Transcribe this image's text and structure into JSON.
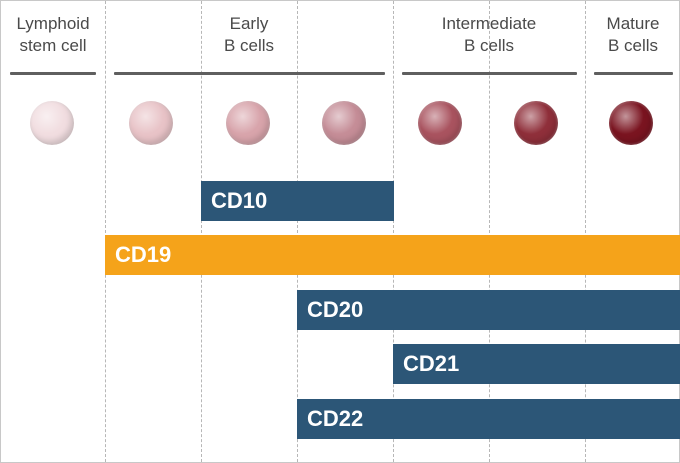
{
  "headers": [
    {
      "line1": "Lymphoid",
      "line2": "stem cell"
    },
    {
      "line1": "Early",
      "line2": "B cells"
    },
    {
      "line1": "Intermediate",
      "line2": "B cells"
    },
    {
      "line1": "Mature",
      "line2": "B cells"
    }
  ],
  "cells": [
    {
      "stage": "lymphoid-stem-cell",
      "color": "#f1dde0"
    },
    {
      "stage": "early-1",
      "color": "#e8c3c7"
    },
    {
      "stage": "early-2",
      "color": "#d8a4ab"
    },
    {
      "stage": "early-3",
      "color": "#c58d97"
    },
    {
      "stage": "intermediate-1",
      "color": "#a9535f"
    },
    {
      "stage": "intermediate-2",
      "color": "#8f2f3a"
    },
    {
      "stage": "mature",
      "color": "#7a1420"
    }
  ],
  "markers": [
    {
      "label": "CD10",
      "color": "#2c5677"
    },
    {
      "label": "CD19",
      "color": "#f5a31a"
    },
    {
      "label": "CD20",
      "color": "#2c5677"
    },
    {
      "label": "CD21",
      "color": "#2c5677"
    },
    {
      "label": "CD22",
      "color": "#2c5677"
    }
  ]
}
